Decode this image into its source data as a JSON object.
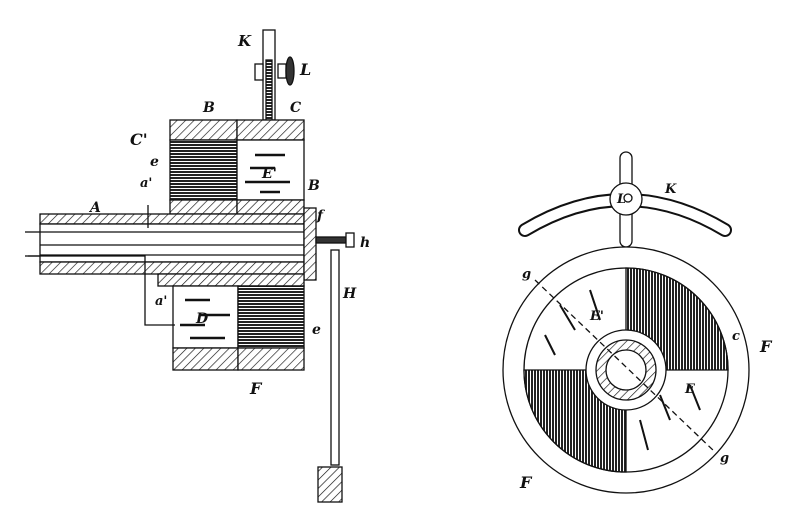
{
  "drawing": {
    "type": "patent-drawing",
    "figures": [
      {
        "name": "sectional-side-view",
        "labels": {
          "K": "K",
          "L": "L",
          "B_top": "B",
          "C_top": "C",
          "C_prime": "C'",
          "e_left": "e",
          "a_prime_top": "a'",
          "A": "A",
          "E_prime": "E'",
          "B_right": "B",
          "f": "f",
          "h": "h",
          "a_prime_bottom": "a'",
          "D": "D",
          "H": "H",
          "e_right": "e",
          "F": "F"
        }
      },
      {
        "name": "face-view",
        "labels": {
          "L": "L",
          "K": "K",
          "g_top": "g",
          "E_prime": "E'",
          "c": "c",
          "F_right": "F",
          "E": "E",
          "g_bottom": "g",
          "F_bottom": "F"
        }
      }
    ],
    "colors": {
      "ink": "#111111",
      "paper": "#ffffff"
    }
  }
}
